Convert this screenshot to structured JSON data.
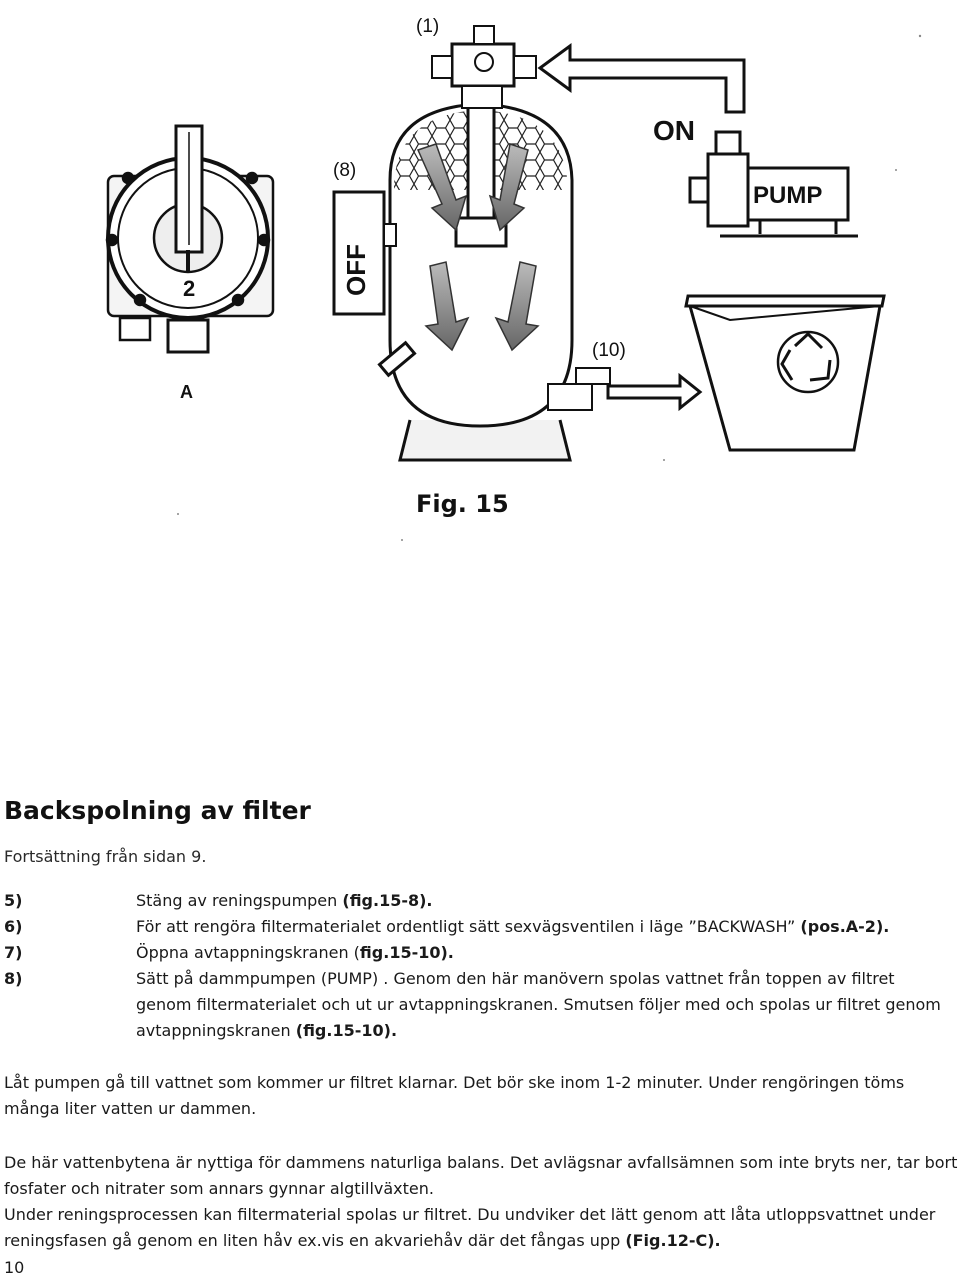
{
  "figure": {
    "labels": {
      "label_1": "(1)",
      "label_8": "(8)",
      "label_10": "(10)",
      "label_on": "ON",
      "label_off": "OFF",
      "label_pump": "PUMP",
      "label_a": "A",
      "label_2": "2"
    },
    "caption": "Fig. 15"
  },
  "heading": "Backspolning av filter",
  "intro": "Fortsättning från sidan 9.",
  "steps": [
    {
      "num": "5)",
      "text": "Stäng av reningspumpen ",
      "ref": "(fig.15-8)."
    },
    {
      "num": "6)",
      "text": "För att rengöra filtermaterialet ordentligt sätt sexvägsventilen i läge   ”BACKWASH” ",
      "ref": "(pos.A-2)."
    },
    {
      "num": "7)",
      "text": " Öppna avtappningskranen (",
      "ref": "fig.15-10)."
    },
    {
      "num": "8)",
      "text": "Sätt på dammpumpen (PUMP) . Genom den här manövern spolas vattnet från toppen av filtret genom filtermaterialet och ut ur avtappningskranen. Smutsen följer med och spolas ur filtret genom avtappningskranen ",
      "ref": "(fig.15-10)."
    }
  ],
  "paragraphs": {
    "p1": "Låt pumpen gå till vattnet som kommer ur filtret klarnar. Det bör ske inom 1-2 minuter. Under rengöringen töms många liter vatten ur dammen.",
    "p2": "De här vattenbytena är nyttiga för dammens naturliga balans. Det avlägsnar avfallsämnen som inte bryts ner, tar bort fosfater och nitrater som annars gynnar algtillväxten.",
    "p3_text": "Under reningsprocessen kan filtermaterial spolas ur filtret. Du undviker det lätt genom att låta utloppsvattnet under reningsfasen gå genom en liten håv ex.vis en akvariehåv där det fångas upp ",
    "p3_ref": "(Fig.12-C)."
  },
  "page_number": "10"
}
